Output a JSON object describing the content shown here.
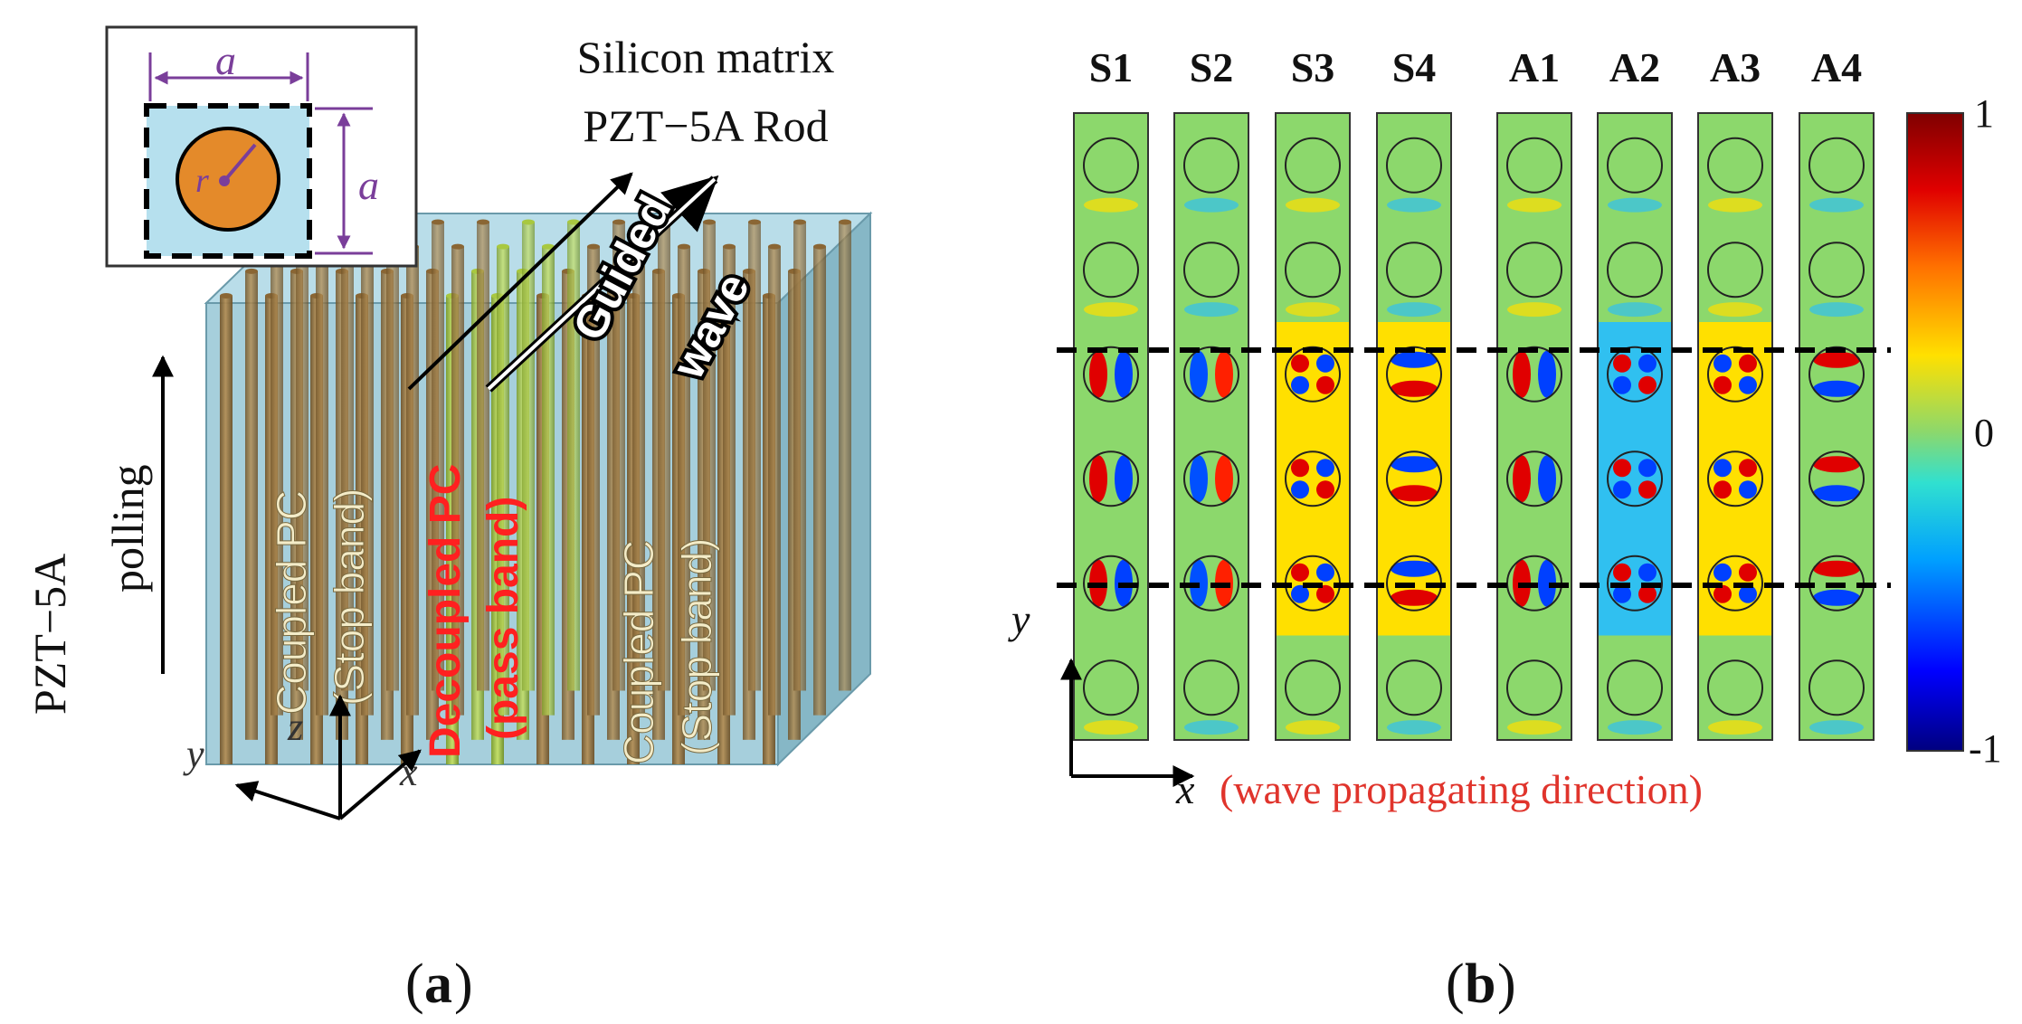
{
  "panel_a": {
    "inset_label_a_top": "a",
    "inset_label_a_side": "a",
    "inset_label_r": "r",
    "label_silicon": "Silicon matrix",
    "label_rod": "PZT−5A Rod",
    "label_guided": "Guided",
    "label_wave": "wave",
    "label_pzt": "PZT−5A",
    "label_polling": "polling",
    "region_left_line1": "Coupled PC",
    "region_left_line2": "(Stop band)",
    "region_mid_line1": "Decoupled PC",
    "region_mid_line2": "(pass band)",
    "region_right_line1": "Coupled PC",
    "region_right_line2": "(Stop band)",
    "axis_x": "x",
    "axis_y": "y",
    "axis_z": "z",
    "caption_letter": "a"
  },
  "panel_b": {
    "modes": [
      "S1",
      "S2",
      "S3",
      "S4",
      "A1",
      "A2",
      "A3",
      "A4"
    ],
    "axis_y": "y",
    "axis_x": "x",
    "axis_x_note": "(wave propagating direction)",
    "colorbar": {
      "max_label": "1",
      "mid_label": "0",
      "min_label": "-1",
      "colors": [
        "#00007f",
        "#0000ff",
        "#00a0ff",
        "#30e0d0",
        "#8cd86c",
        "#ffe000",
        "#ff7000",
        "#e00000",
        "#7f0000"
      ]
    },
    "caption_letter": "b"
  },
  "colors": {
    "field_green": "#8cd86c",
    "caption_red": "#e0342c",
    "inset_purple": "#7a3e9a",
    "rod_brown": "#a07a44",
    "matrix_blue": "#9fcfe0",
    "decoupled_red": "#ff2020"
  }
}
